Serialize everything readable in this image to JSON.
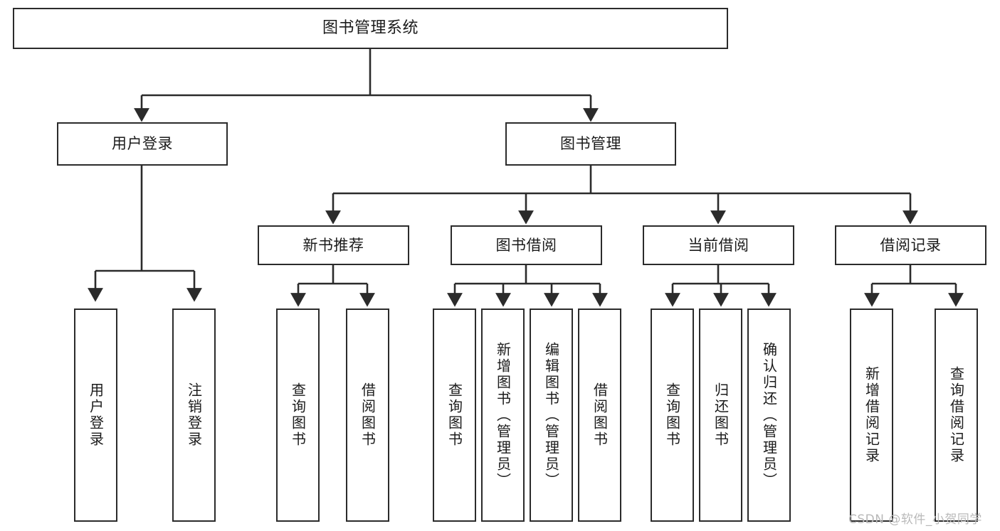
{
  "diagram": {
    "title": "图书管理系统",
    "type": "tree",
    "orientation": "top-down",
    "colors": {
      "node_border": "#2b2b2b",
      "node_fill": "#ffffff",
      "edge": "#2b2b2b",
      "text": "#1b1b1b",
      "watermark": "#b9b9b9",
      "background": "#ffffff"
    },
    "nodes": {
      "root": {
        "label": "图书管理系统"
      },
      "level2": [
        {
          "label": "用户登录"
        },
        {
          "label": "图书管理"
        }
      ],
      "level3": [
        {
          "label": "新书推荐"
        },
        {
          "label": "图书借阅"
        },
        {
          "label": "当前借阅"
        },
        {
          "label": "借阅记录"
        }
      ],
      "leaves": {
        "user_login": [
          {
            "label": "用户登录"
          },
          {
            "label": "注销登录"
          }
        ],
        "new_book_recommend": [
          {
            "label": "查询图书"
          },
          {
            "label": "借阅图书"
          }
        ],
        "book_borrow": [
          {
            "label": "查询图书"
          },
          {
            "label": "新增图书（管理员）"
          },
          {
            "label": "编辑图书（管理员）"
          },
          {
            "label": "借阅图书"
          }
        ],
        "current_borrow": [
          {
            "label": "查询图书"
          },
          {
            "label": "归还图书"
          },
          {
            "label": "确认归还（管理员）"
          }
        ],
        "borrow_record": [
          {
            "label": "新增借阅记录"
          },
          {
            "label": "查询借阅记录"
          }
        ]
      }
    },
    "watermark": "CSDN @软件_小贺同学"
  }
}
